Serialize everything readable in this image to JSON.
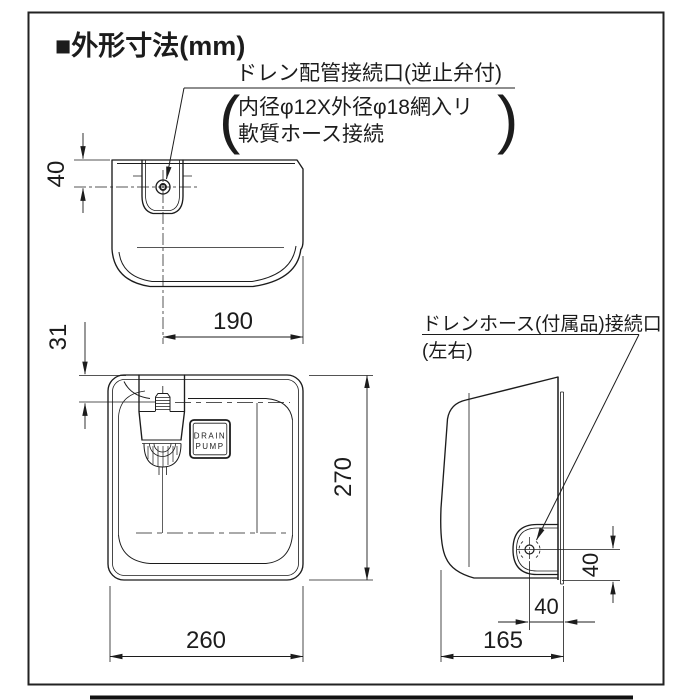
{
  "colors": {
    "line": "#1c1c1c",
    "background": "#ffffff"
  },
  "title": "■外形寸法(mm)",
  "callout_drain_pipe": {
    "label": "ドレン配管接続口(逆止弁付)",
    "paren_open": "(",
    "detail1": "内径φ12X外径φ18網入リ",
    "detail2": "軟質ホース接続",
    "paren_close": ")"
  },
  "callout_drain_hose": {
    "label": "ドレンホース(付属品)接続口",
    "sub": "(左右)"
  },
  "pump_label": {
    "line1": "DRAIN",
    "line2": "PUMP"
  },
  "dims": {
    "side_top": {
      "inlet_depth": "40",
      "inlet_x": "190"
    },
    "plan": {
      "inlet_y": "31",
      "depth": "270",
      "width": "260"
    },
    "side_right": {
      "outlet_z": "40",
      "outlet_x": "40",
      "depth": "165"
    }
  }
}
